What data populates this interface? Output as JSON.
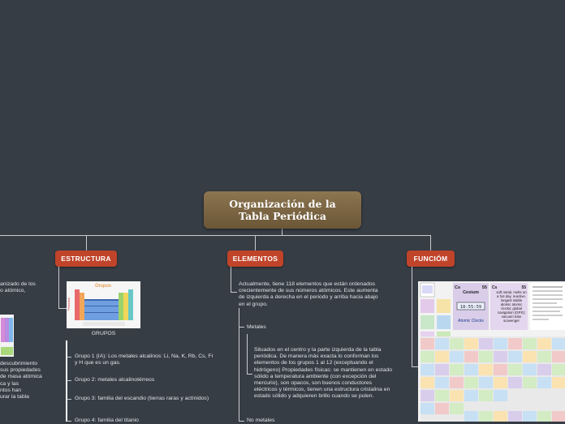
{
  "root": {
    "title_line1": "Organización de la",
    "title_line2": "Tabla Periódica"
  },
  "branches": {
    "estructura": "ESTRUCTURA",
    "elementos": "ELEMENTOS",
    "funcion": "FUNCIÓM"
  },
  "left_partial": {
    "text1_line1": "anizado de los",
    "text1_line2": "o atómico,",
    "text2": [
      "descubrimiento",
      "sus propiedades",
      "de masa atómica",
      "ca y las",
      "ntos han",
      "urar la tabla"
    ]
  },
  "estructura": {
    "image_caption": "GRUPOS",
    "image_title": "Grupos",
    "image_side": "Periodos",
    "groups": [
      "Grupo 1 (IA): Los metales alcalinos: Li, Na, K, Rb, Cs, Fr y H que es un gas.",
      "Grupo 2: metales alcalinotérreos",
      "Grupo 3: familia del escandio (tierras raras y actínidos)",
      "Grupo 4: familia del titanio"
    ]
  },
  "elementos": {
    "intro": "Actualmente, tiene 118 elementos que están ordenados crecientemente de sus números atómicos. Este aumenta de izquierda a derecha en el periodo y arriba hacia abajo en el grupo.",
    "metales_label": "Metales",
    "metales_text": "Situados en el centro y la parte izquierda de la tabla periódica. De manera más exacta lo conforman los elementos de los grupos 1 al 12 (exceptuando el hidrógeno) Propiedades físicas: se mantienen en estado sólido a temperatura ambiente (con excepción del mercurio), son opacos, son buenos conductores eléctricos y térmicos, tienen una estructura cristalina en estado sólido y adquieren brillo cuando se pulen.",
    "no_metales_label": "No metales"
  },
  "funcion": {
    "symbol": "Cs",
    "number": "55",
    "name": "Cesium",
    "clock_reading": "18:55:59",
    "clock_caption": "Atomic Clocks",
    "description": "soft metal, melts on a hot day, reactive. longest stable atomic atomic clocks; global navigation (GPS); vacuum tube scavenger"
  },
  "colors": {
    "background": "#363d45",
    "root": "#7a6443",
    "branch": "#c0442a"
  }
}
